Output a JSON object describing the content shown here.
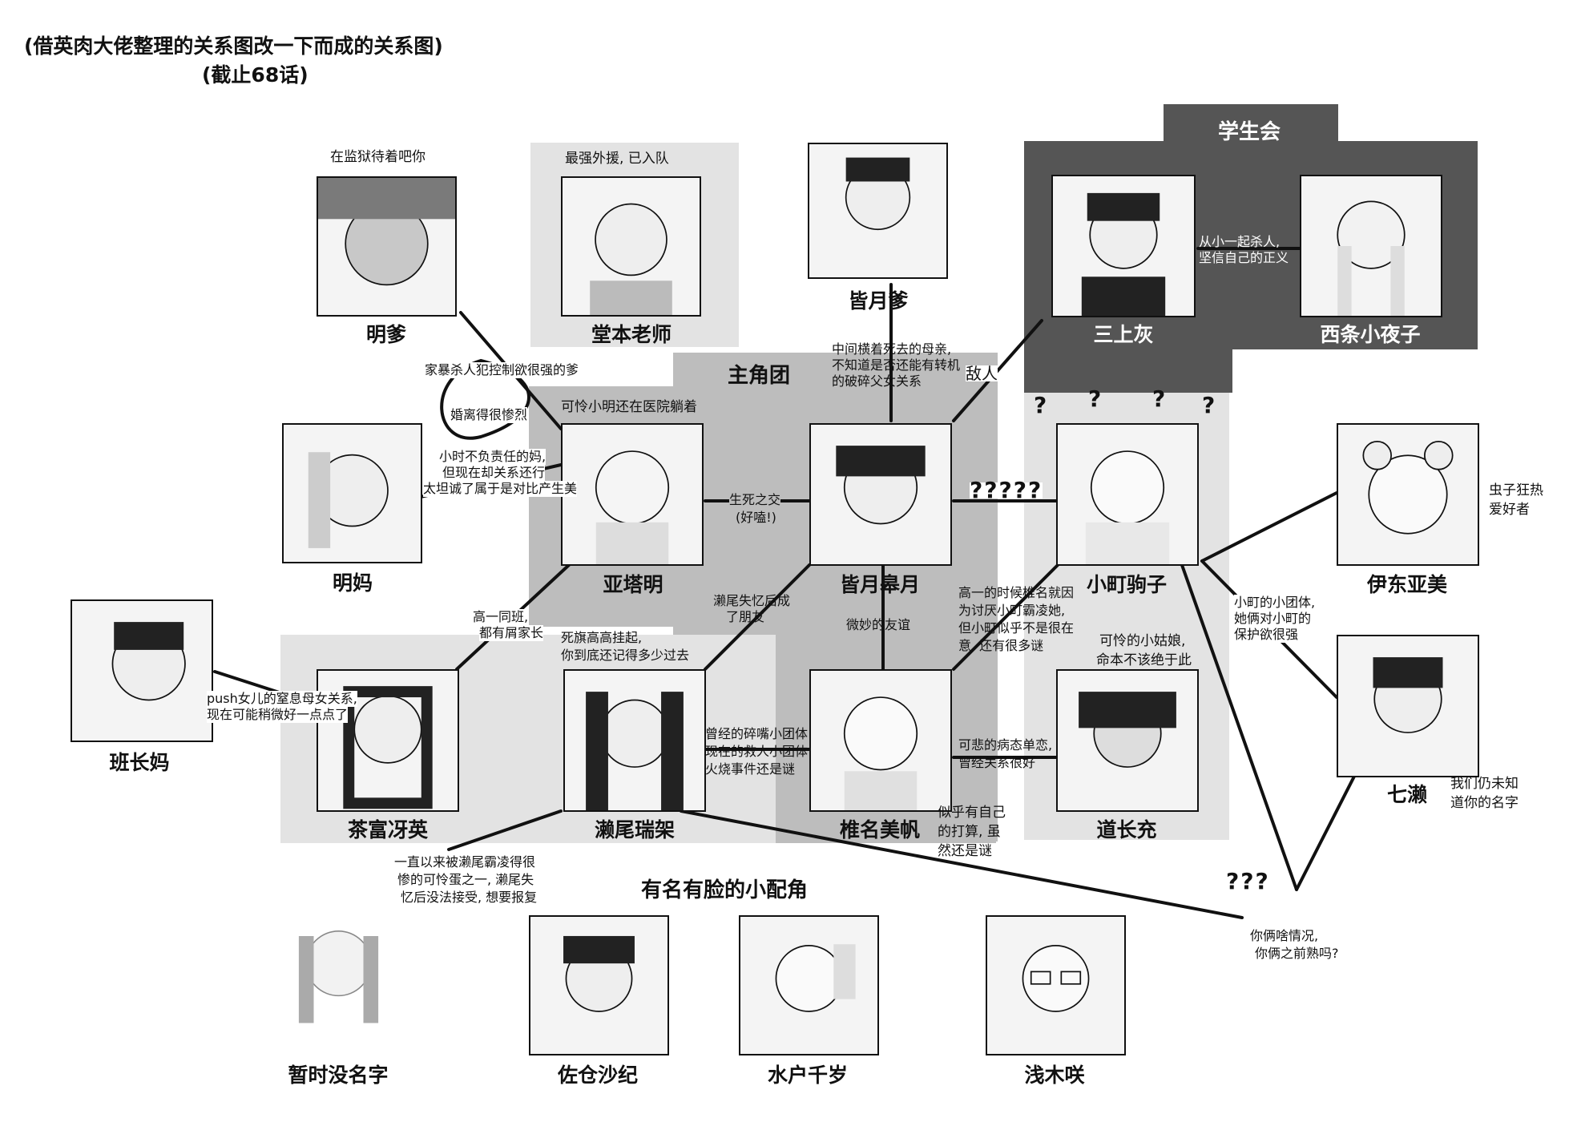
{
  "header": {
    "title_line1": "(借英肉大佬整理的关系图改一下而成的关系图)",
    "title_line2": "(截止68话)"
  },
  "groups": {
    "main": "主角团",
    "student_council": "学生会",
    "minor": "有名有脸的小配角"
  },
  "characters": {
    "ming_dad": "明爹",
    "domoto": "堂本老师",
    "minazuki_dad": "皆月爹",
    "mikami": "三上灰",
    "saijo": "西条小夜子",
    "ming_mom": "明妈",
    "atameii": "亚塔明",
    "minazuki": "皆月皋月",
    "komachi": "小町驹子",
    "ito": "伊东亚美",
    "class_rep_mom": "班长妈",
    "chatomi": "茶富冴英",
    "seo": "濑尾瑞架",
    "shiina": "椎名美帆",
    "dochomitsu": "道长充",
    "nanase": "七濑",
    "unnamed": "暂时没名字",
    "sakura": "佐仓沙纪",
    "mito": "水户千岁",
    "asagi": "浅木咲"
  },
  "notes": {
    "ming_dad_cap": "在监狱待着吧你",
    "domoto_cap": "最强外援, 已入队",
    "abuser": "家暴杀人犯控制欲很强的爹",
    "divorce": "婚离得很惨烈",
    "ming_mom_1": "小时不负责任的妈,",
    "ming_mom_2": "但现在却关系还行",
    "ming_mom_3": "太坦诚了属于是对比产生美",
    "hospital": "可怜小明还在医院躺着",
    "dead_mom_1": "中间横着死去的母亲,",
    "dead_mom_2": "不知道是否还能有转机",
    "dead_mom_3": "的破碎父女关系",
    "enemy": "敌人",
    "killer_1": "从小一起杀人,",
    "killer_2": "坚信自己的正义",
    "life_death_1": "生死之交",
    "life_death_2": "(好嗑!)",
    "qmarks": "?????",
    "q1": "?",
    "q2": "?",
    "q3": "?",
    "q4": "?",
    "ito_note_1": "虫子狂热",
    "ito_note_2": "爱好者",
    "komachi_group_1": "小町的小团体,",
    "komachi_group_2": "她俩对小町的",
    "komachi_group_3": "保护欲很强",
    "nanase_note_1": "我们仍未知",
    "nanase_note_2": "道你的名字",
    "classmate_1": "高一同班,",
    "classmate_2": "都有屑家长",
    "push_1": "push女儿的窒息母女关系,",
    "push_2": "现在可能稍微好一点点了",
    "flag_1": "死旗高高挂起,",
    "flag_2": "你到底还记得多少过去",
    "amnesia_1": "濑尾失忆后成",
    "amnesia_2": "了朋友",
    "subtle": "微妙的友谊",
    "bully_1": "高一的时候椎名就因",
    "bully_2": "为讨厌小町霸凌她,",
    "bully_3": "但小町似乎不是很在",
    "bully_4": "意, 还有很多谜",
    "poor_girl_1": "可怜的小姑娘,",
    "poor_girl_2": "命本不该绝于此",
    "clique_1": "曾经的碎嘴小团体",
    "clique_2": "现在的救人小团体",
    "clique_3": "火烧事件还是谜",
    "yandere_1": "可悲的病态单恋,",
    "yandere_2": "曾经关系很好",
    "plan_1": "似乎有自己",
    "plan_2": "的打算, 虽",
    "plan_3": "然还是谜",
    "revenge_1": "一直以来被濑尾霸凌得很",
    "revenge_2": "惨的可怜蛋之一, 濑尾失",
    "revenge_3": "忆后没法接受, 想要报复",
    "qqq": "???",
    "acquaint_1": "你俩啥情况,",
    "acquaint_2": "你俩之前熟吗?"
  },
  "colors": {
    "dark_panel": "#555555",
    "mid_panel": "#bdbdbd",
    "light_panel": "#e3e3e3"
  }
}
